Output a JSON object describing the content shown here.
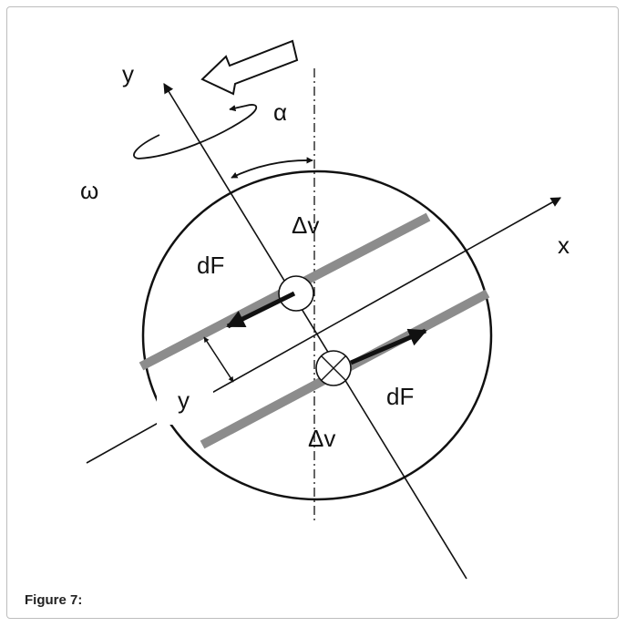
{
  "figure": {
    "caption": "Figure 7:",
    "labels": {
      "y_axis_top": "y",
      "omega": "ω",
      "alpha": "α",
      "delta_v_top": "Δv",
      "dF_left": "dF",
      "x_axis": "x",
      "y_distance": "y",
      "dF_right": "dF",
      "delta_v_bottom": "Δv"
    },
    "colors": {
      "line": "#111111",
      "band": "#8c8c8c"
    }
  }
}
